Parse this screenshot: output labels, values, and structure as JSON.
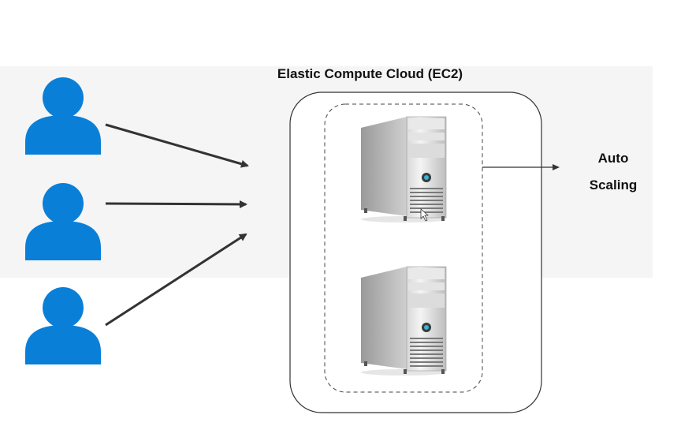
{
  "diagram": {
    "title": "Elastic Compute Cloud (EC2)",
    "auto_scaling_line1": "Auto",
    "auto_scaling_line2": "Scaling",
    "users": [
      "user-1",
      "user-2",
      "user-3"
    ],
    "servers": [
      "server-1",
      "server-2"
    ],
    "colors": {
      "user": "#0a7fd8",
      "arrow": "#333333",
      "border": "#333333"
    }
  }
}
